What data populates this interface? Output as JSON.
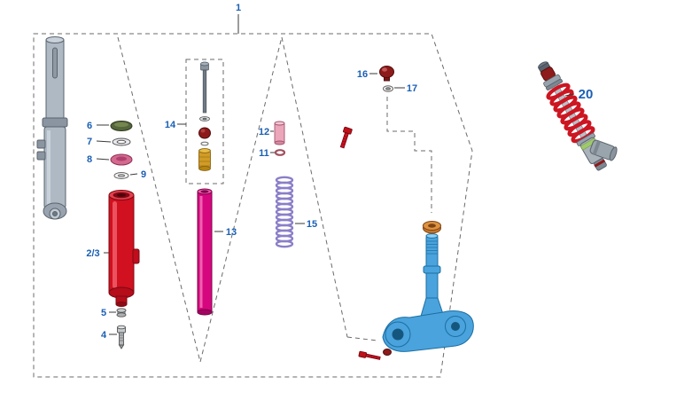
{
  "diagram": {
    "labels": {
      "part1": "1",
      "part2_3": "2/3",
      "part4": "4",
      "part5": "5",
      "part6": "6",
      "part7": "7",
      "part8": "8",
      "part9": "9",
      "part11": "11",
      "part12": "12",
      "part13": "13",
      "part14": "14",
      "part15": "15",
      "part16": "16",
      "part17": "17",
      "part20": "20"
    },
    "colors": {
      "label_blue": "#1a5fb4",
      "fork_gray": "#aeb9c4",
      "slider_red": "#d11020",
      "tube_magenta": "#d6067f",
      "spring_purple": "#8a7fc8",
      "seal_pink": "#d36a8e",
      "cap_olive": "#55663c",
      "small_pink": "#eba6ba",
      "damper_gold": "#d19b26",
      "nut_darkred": "#8e1b1b",
      "nut_orange": "#c8762a",
      "clamp_blue": "#4aa3dc",
      "shock_spring_red": "#cc1622",
      "shock_body_gray": "#aab2ba",
      "shock_ring_green": "#9fca6a"
    }
  }
}
